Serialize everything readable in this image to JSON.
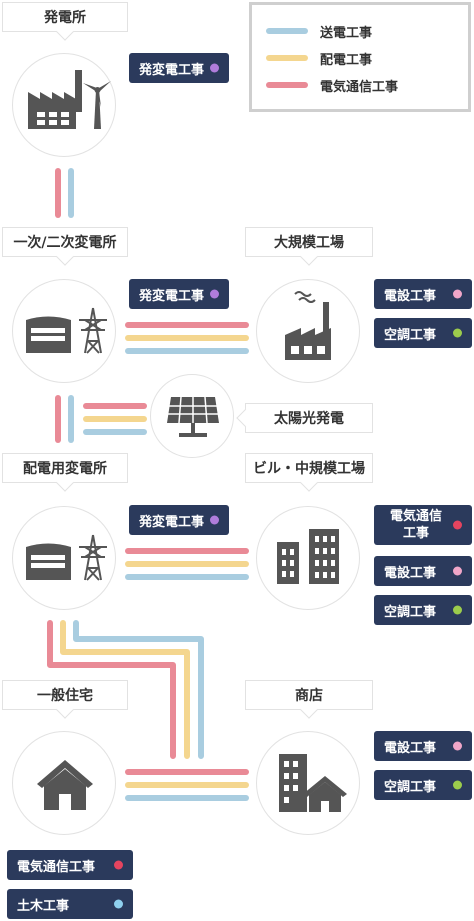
{
  "colors": {
    "transmission": "#a9cde0",
    "distribution": "#f4d68f",
    "telecom": "#e98a96",
    "navy": "#2b3a5c",
    "dot_purple": "#b07ddb",
    "dot_pink": "#f0a6c8",
    "dot_green": "#9ccc4c",
    "dot_red": "#e5445f",
    "dot_blue": "#8fd0ee"
  },
  "legend": {
    "transmission": "送電工事",
    "distribution": "配電工事",
    "telecom": "電気通信工事"
  },
  "nodes": {
    "power_plant": "発電所",
    "substation": "一次/二次変電所",
    "large_factory": "大規模工場",
    "solar": "太陽光発電",
    "dist_substation": "配電用変電所",
    "building": "ビル・中規模工場",
    "house": "一般住宅",
    "store": "商店"
  },
  "tags": {
    "plant_substation": "発変電工事",
    "sub1_substation": "発変電工事",
    "sub2_substation": "発変電工事",
    "factory_electrical": "電設工事",
    "factory_hvac": "空調工事",
    "building_telecom": "電気通信工事",
    "building_electrical": "電設工事",
    "building_hvac": "空調工事",
    "store_electrical": "電設工事",
    "store_hvac": "空調工事",
    "house_telecom": "電気通信工事",
    "house_civil": "土木工事"
  },
  "icons": {
    "power_plant": "power-plant-icon",
    "substation": "substation-icon",
    "factory": "factory-icon",
    "solar": "solar-panel-icon",
    "building": "building-icon",
    "house": "house-icon",
    "store": "store-icon"
  }
}
